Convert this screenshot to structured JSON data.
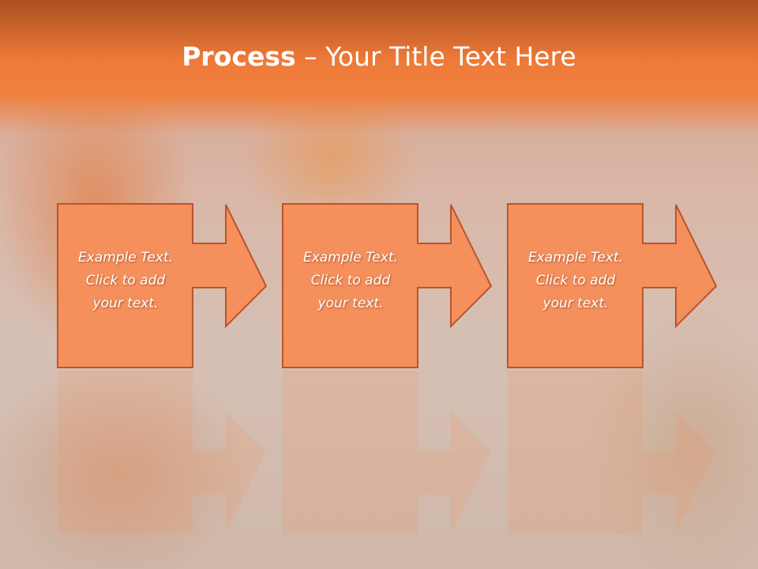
{
  "slide": {
    "title_bold": "Process",
    "title_rest": " – Your Title Text Here"
  },
  "steps": [
    {
      "line1": "Example Text.",
      "line2": "Click  to add",
      "line3": "your text."
    },
    {
      "line1": "Example Text.",
      "line2": "Click  to add",
      "line3": "your text."
    },
    {
      "line1": "Example Text.",
      "line2": "Click  to add",
      "line3": "your text."
    }
  ],
  "colors": {
    "header": "#ee7a38",
    "box_fill": "#f58f5c",
    "box_stroke": "#b9552b"
  }
}
